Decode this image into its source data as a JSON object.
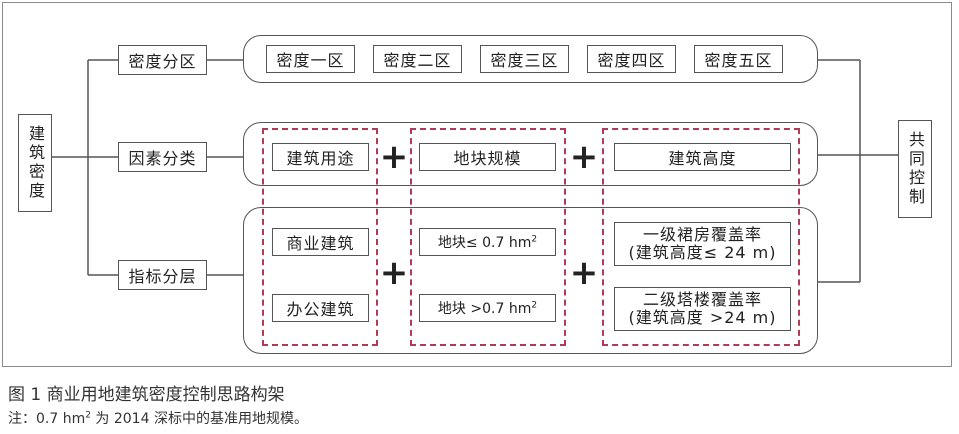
{
  "left_label": "建筑密度",
  "right_label": "共同控制",
  "categories": {
    "density": "密度分区",
    "factors": "因素分类",
    "layers": "指标分层"
  },
  "density_zones": [
    "密度一区",
    "密度二区",
    "密度三区",
    "密度四区",
    "密度五区"
  ],
  "factor_headers": [
    "建筑用途",
    "地块规模",
    "建筑高度"
  ],
  "use_items": [
    "商业建筑",
    "办公建筑"
  ],
  "scale_items": [
    {
      "prefix": "地块≤ 0.7 hm",
      "sup": "2"
    },
    {
      "prefix": "地块 >0.7 hm",
      "sup": "2"
    }
  ],
  "height_items": [
    {
      "line1": "一级裙房覆盖率",
      "line2": "(建筑高度≤ 24 m)"
    },
    {
      "line1": "二级塔楼覆盖率",
      "line2": "(建筑高度 >24 m)"
    }
  ],
  "plus_symbol": "+",
  "caption": "图 1  商业用地建筑密度控制思路构架",
  "note": {
    "prefix": "注：0.7 hm",
    "sup": "2",
    "suffix": " 为 2014 深标中的基准用地规模。"
  },
  "colors": {
    "dashed": "#b03a5a",
    "border": "#555555"
  }
}
